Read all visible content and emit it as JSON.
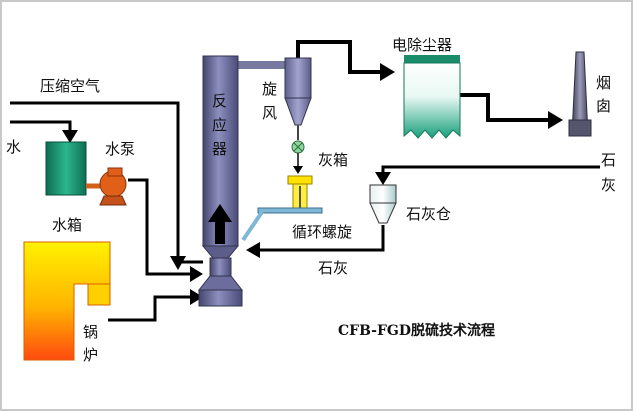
{
  "labels": {
    "compressed_air": "压缩空气",
    "water": "水",
    "water_pump": "水泵",
    "water_tank": "水箱",
    "boiler_1": "锅",
    "boiler_2": "炉",
    "reactor_1": "反",
    "reactor_2": "应",
    "reactor_3": "器",
    "cyclone_1": "旋",
    "cyclone_2": "风",
    "ash_box": "灰箱",
    "circulating_screw": "循环螺旋",
    "electrostatic_precipitator": "电除尘器",
    "chimney_1": "烟",
    "chimney_2": "囱",
    "limestone_in_1": "石",
    "limestone_in_2": "灰",
    "limestone_silo": "石灰仓",
    "limestone_feed": "石灰"
  },
  "title": "CFB-FGD脱硫技术流程",
  "colors": {
    "reactor": "#6b6c9e",
    "tank": "#1a8c6a",
    "pump": "#e0601a",
    "boiler_top": "#ffe000",
    "boiler_bottom": "#ff5a10",
    "esp_top": "#ffffff",
    "esp_bottom": "#1ea784",
    "line": "#000000"
  }
}
